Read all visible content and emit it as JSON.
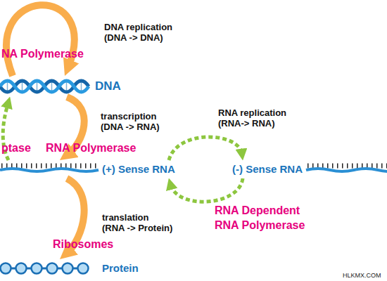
{
  "diagram": {
    "nodes": [
      {
        "text": [
          "DNA"
        ]
      },
      {
        "text": [
          "(+) Sense RNA"
        ]
      },
      {
        "text": [
          "(-) Sense RNA"
        ]
      },
      {
        "text": [
          "Protein"
        ]
      }
    ],
    "edges": [
      {
        "from": 0,
        "to": 0,
        "arrow": "to",
        "label": "DNA replication (DNA -> DNA)"
      },
      {
        "from": 0,
        "to": 1,
        "arrow": "to",
        "label": "transcription (DNA -> RNA)"
      },
      {
        "from": 1,
        "to": 0,
        "arrow": "to"
      },
      {
        "from": 1,
        "to": 2,
        "arrow": "to",
        "label": "RNA replication (RNA-> RNA)"
      },
      {
        "from": 2,
        "to": 1,
        "arrow": "to"
      },
      {
        "from": 1,
        "to": 3,
        "arrow": "to",
        "label": "translation (RNA -> Protein)"
      }
    ],
    "labels": [
      "NA Polymerase",
      "ptase",
      "RNA Polymerase",
      "RNA Dependent RNA Polymerase",
      "Ribosomes",
      "HLKMX.COM"
    ]
  }
}
